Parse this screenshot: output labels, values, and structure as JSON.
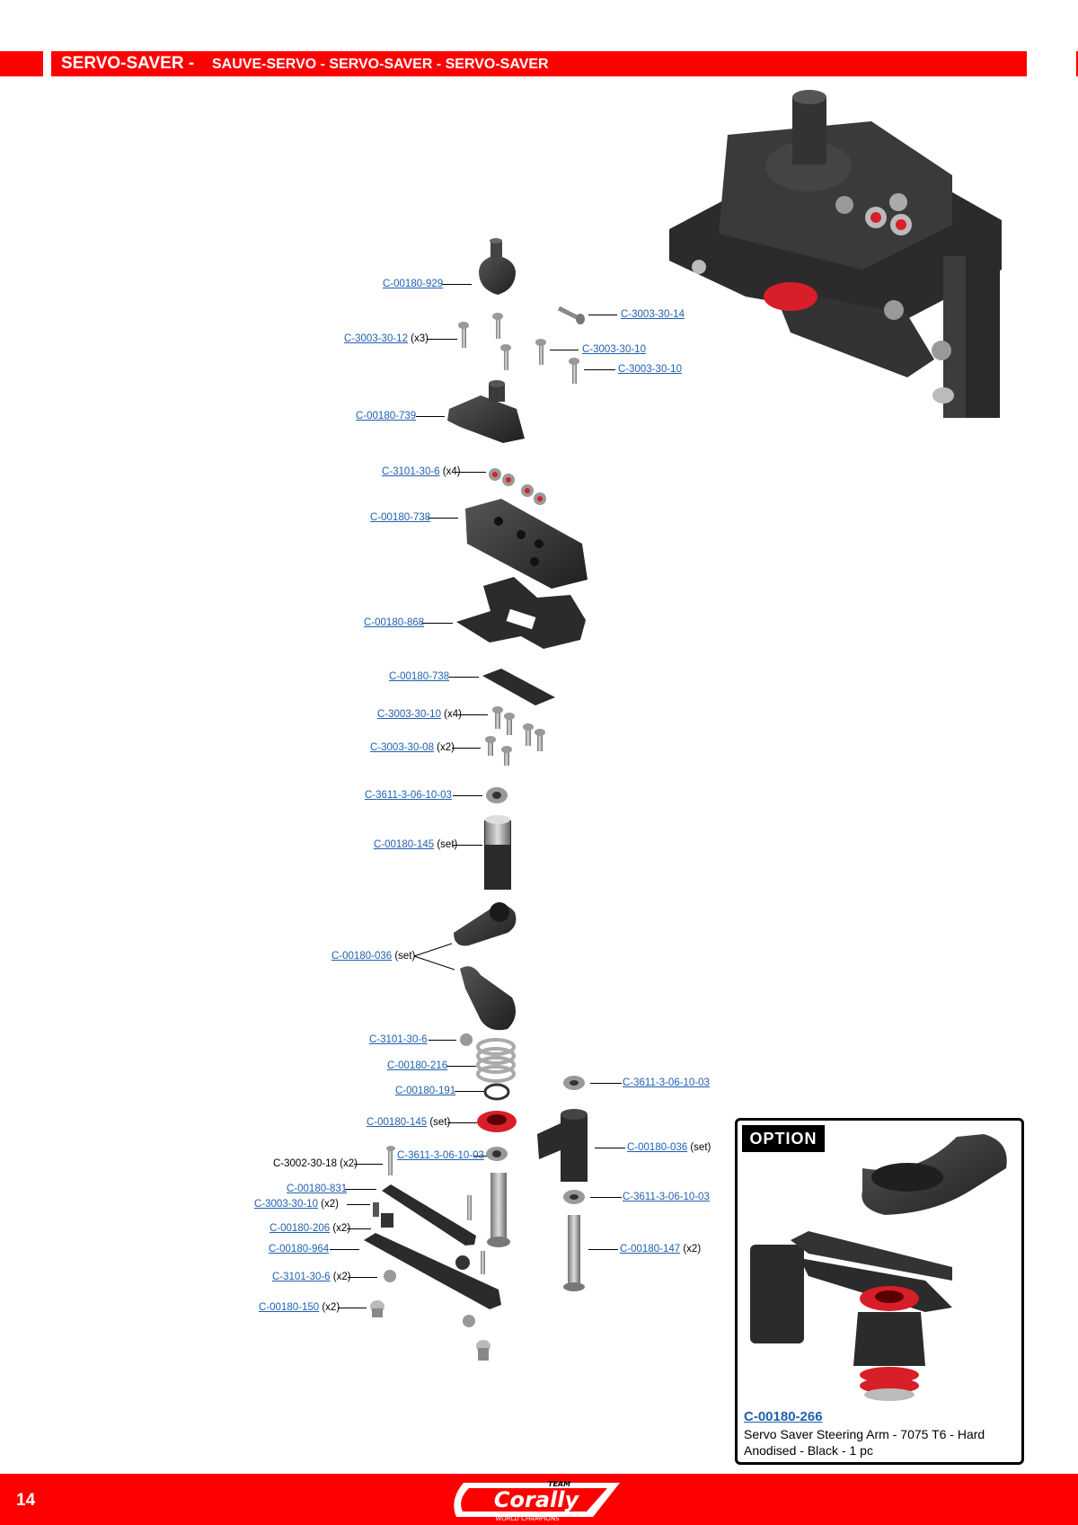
{
  "header": {
    "title_main": "SERVO-SAVER -",
    "title_sub": "SAUVE-SERVO - SERVO-SAVER - SERVO-SAVER"
  },
  "labels": [
    {
      "code": "C-00180-929",
      "qty": ""
    },
    {
      "code": "C-3003-30-14",
      "qty": ""
    },
    {
      "code": "C-3003-30-12",
      "qty": "(x3)"
    },
    {
      "code": "C-3003-30-10",
      "qty": ""
    },
    {
      "code": "C-3003-30-10",
      "qty": ""
    },
    {
      "code": "C-00180-739",
      "qty": ""
    },
    {
      "code": "C-3101-30-6",
      "qty": "(x4)"
    },
    {
      "code": "C-00180-738",
      "qty": ""
    },
    {
      "code": "C-00180-868",
      "qty": ""
    },
    {
      "code": "C-00180-738",
      "qty": ""
    },
    {
      "code": "C-3003-30-10",
      "qty": "(x4)"
    },
    {
      "code": "C-3003-30-08",
      "qty": "(x2)"
    },
    {
      "code": "C-3611-3-06-10-03",
      "qty": ""
    },
    {
      "code": "C-00180-145",
      "qty": "(set)"
    },
    {
      "code": "C-00180-036",
      "qty": "(set)"
    },
    {
      "code": "C-3101-30-6",
      "qty": ""
    },
    {
      "code": "C-00180-216",
      "qty": ""
    },
    {
      "code": "C-00180-191",
      "qty": ""
    },
    {
      "code": "C-00180-145",
      "qty": "(set)"
    },
    {
      "code": "C-3611-3-06-10-03",
      "qty": ""
    },
    {
      "code": "C-00180-831",
      "qty": ""
    },
    {
      "code": "C-3003-30-10",
      "qty": "(x2)"
    },
    {
      "code": "C-00180-206",
      "qty": "(x2)"
    },
    {
      "code": "C-00180-964",
      "qty": ""
    },
    {
      "code": "C-3101-30-6",
      "qty": "(x2)"
    },
    {
      "code": "C-00180-150",
      "qty": "(x2)"
    },
    {
      "code": "C-3611-3-06-10-03",
      "qty": ""
    },
    {
      "code": "C-00180-036",
      "qty": "(set)"
    },
    {
      "code": "C-3611-3-06-10-03",
      "qty": ""
    },
    {
      "code": "C-00180-147",
      "qty": "(x2)"
    }
  ],
  "plain_label": "C-3002-30-18 (x2)",
  "option": {
    "tag": "OPTION",
    "code": "C-00180-266",
    "description": "Servo Saver Steering Arm - 7075 T6 - Hard Anodised - Black - 1 pc"
  },
  "footer": {
    "page_number": "14",
    "logo_team": "TEAM",
    "logo_brand": "Corally",
    "logo_tagline": "WORLD CHAMPIONS"
  },
  "colors": {
    "brand_red": "#ff0000",
    "link_blue": "#2060b0",
    "part_dark": "#2e2e2e",
    "anodized_red": "#d81e28"
  }
}
